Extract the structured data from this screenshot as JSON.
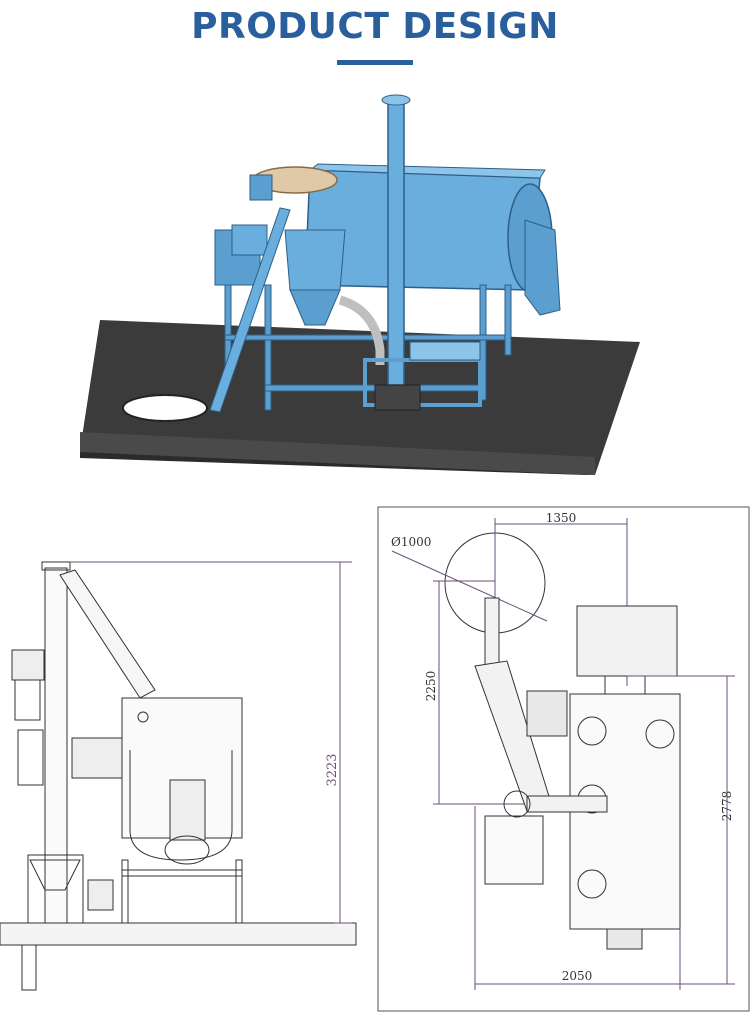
{
  "page": {
    "title": "PRODUCT DESIGN"
  },
  "side_view": {
    "height_dim": "3223"
  },
  "top_view": {
    "diameter_dim": "Ø1000",
    "top_width_dim": "1350",
    "left_height_dim": "2250",
    "right_height_dim": "2778",
    "bottom_width_dim": "2050"
  }
}
